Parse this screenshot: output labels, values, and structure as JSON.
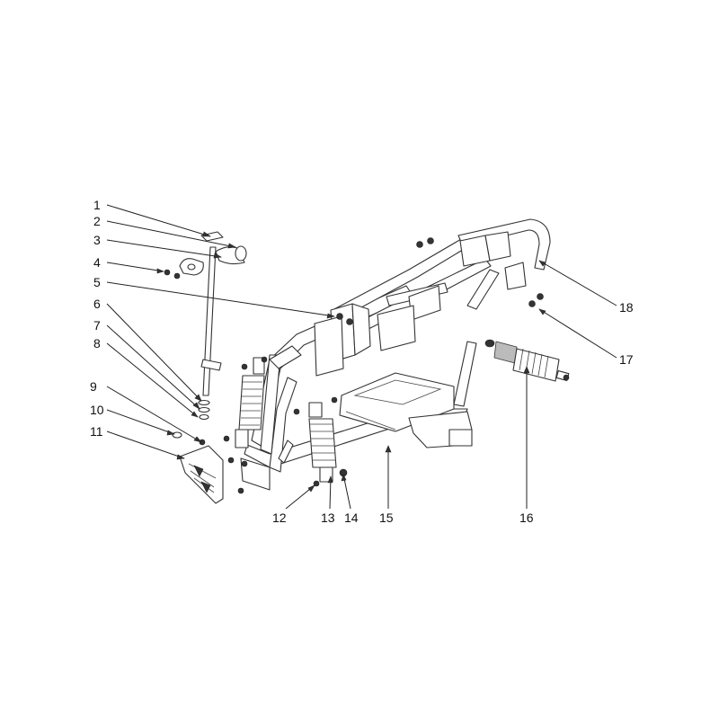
{
  "callouts": [
    {
      "label": "1"
    },
    {
      "label": "2"
    },
    {
      "label": "3"
    },
    {
      "label": "4"
    },
    {
      "label": "5"
    },
    {
      "label": "6"
    },
    {
      "label": "7"
    },
    {
      "label": "8"
    },
    {
      "label": "9"
    },
    {
      "label": "10"
    },
    {
      "label": "11"
    },
    {
      "label": "12"
    },
    {
      "label": "13"
    },
    {
      "label": "14"
    },
    {
      "label": "15"
    },
    {
      "label": "16"
    },
    {
      "label": "17"
    },
    {
      "label": "18"
    }
  ],
  "colors": {
    "line": "#222222",
    "background": "#ffffff"
  }
}
